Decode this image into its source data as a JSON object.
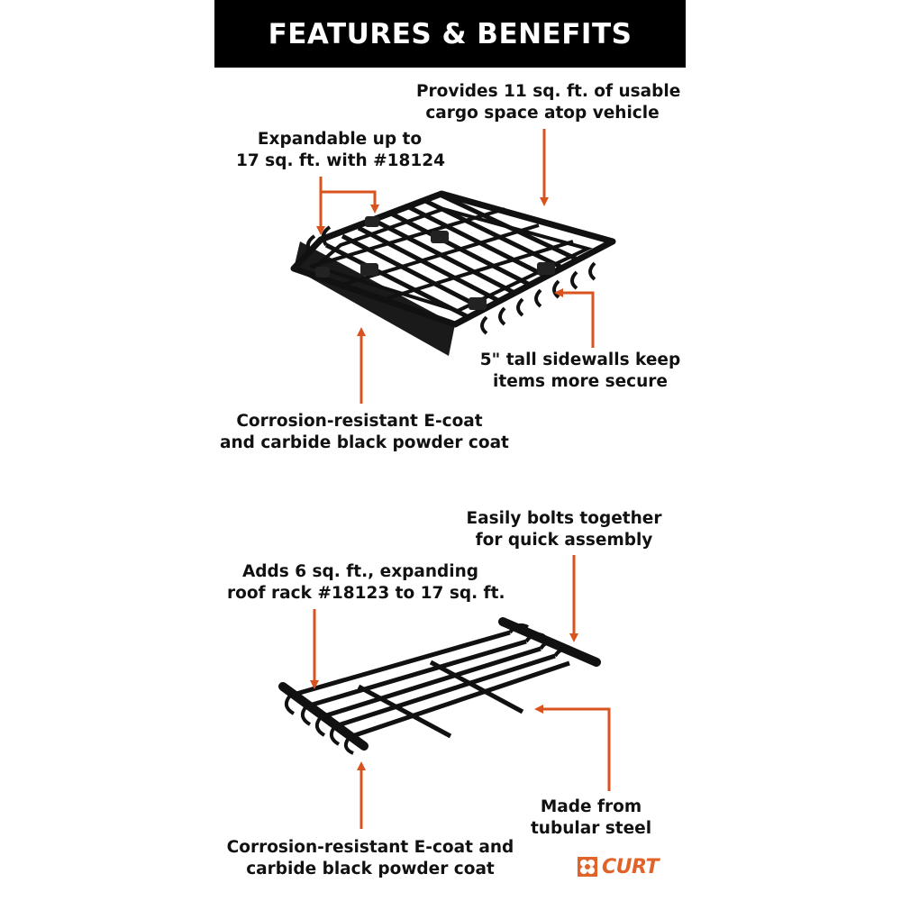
{
  "header": {
    "title": "FEATURES & BENEFITS"
  },
  "rack_top": {
    "callouts": {
      "usable_space": [
        "Provides 11 sq. ft. of usable",
        "cargo space atop vehicle"
      ],
      "expandable": [
        "Expandable up to",
        "17 sq. ft. with #18124"
      ],
      "sidewalls": [
        "5\" tall sidewalls keep",
        "items more secure"
      ],
      "coating": [
        "Corrosion-resistant E-coat",
        "and carbide black powder coat"
      ]
    }
  },
  "rack_extension": {
    "callouts": {
      "assembly": [
        "Easily bolts together",
        "for quick assembly"
      ],
      "adds_space": [
        "Adds 6 sq. ft., expanding",
        "roof rack #18123 to 17 sq. ft."
      ],
      "steel": [
        "Made from",
        "tubular steel"
      ],
      "coating": [
        "Corrosion-resistant E-coat and",
        "carbide black powder coat"
      ]
    }
  },
  "brand": {
    "name": "CURT",
    "icon": "curt-logo-icon"
  },
  "colors": {
    "arrow": "#d9531e",
    "header_bg": "#000000",
    "header_text": "#ffffff",
    "brand": "#e0632a"
  }
}
